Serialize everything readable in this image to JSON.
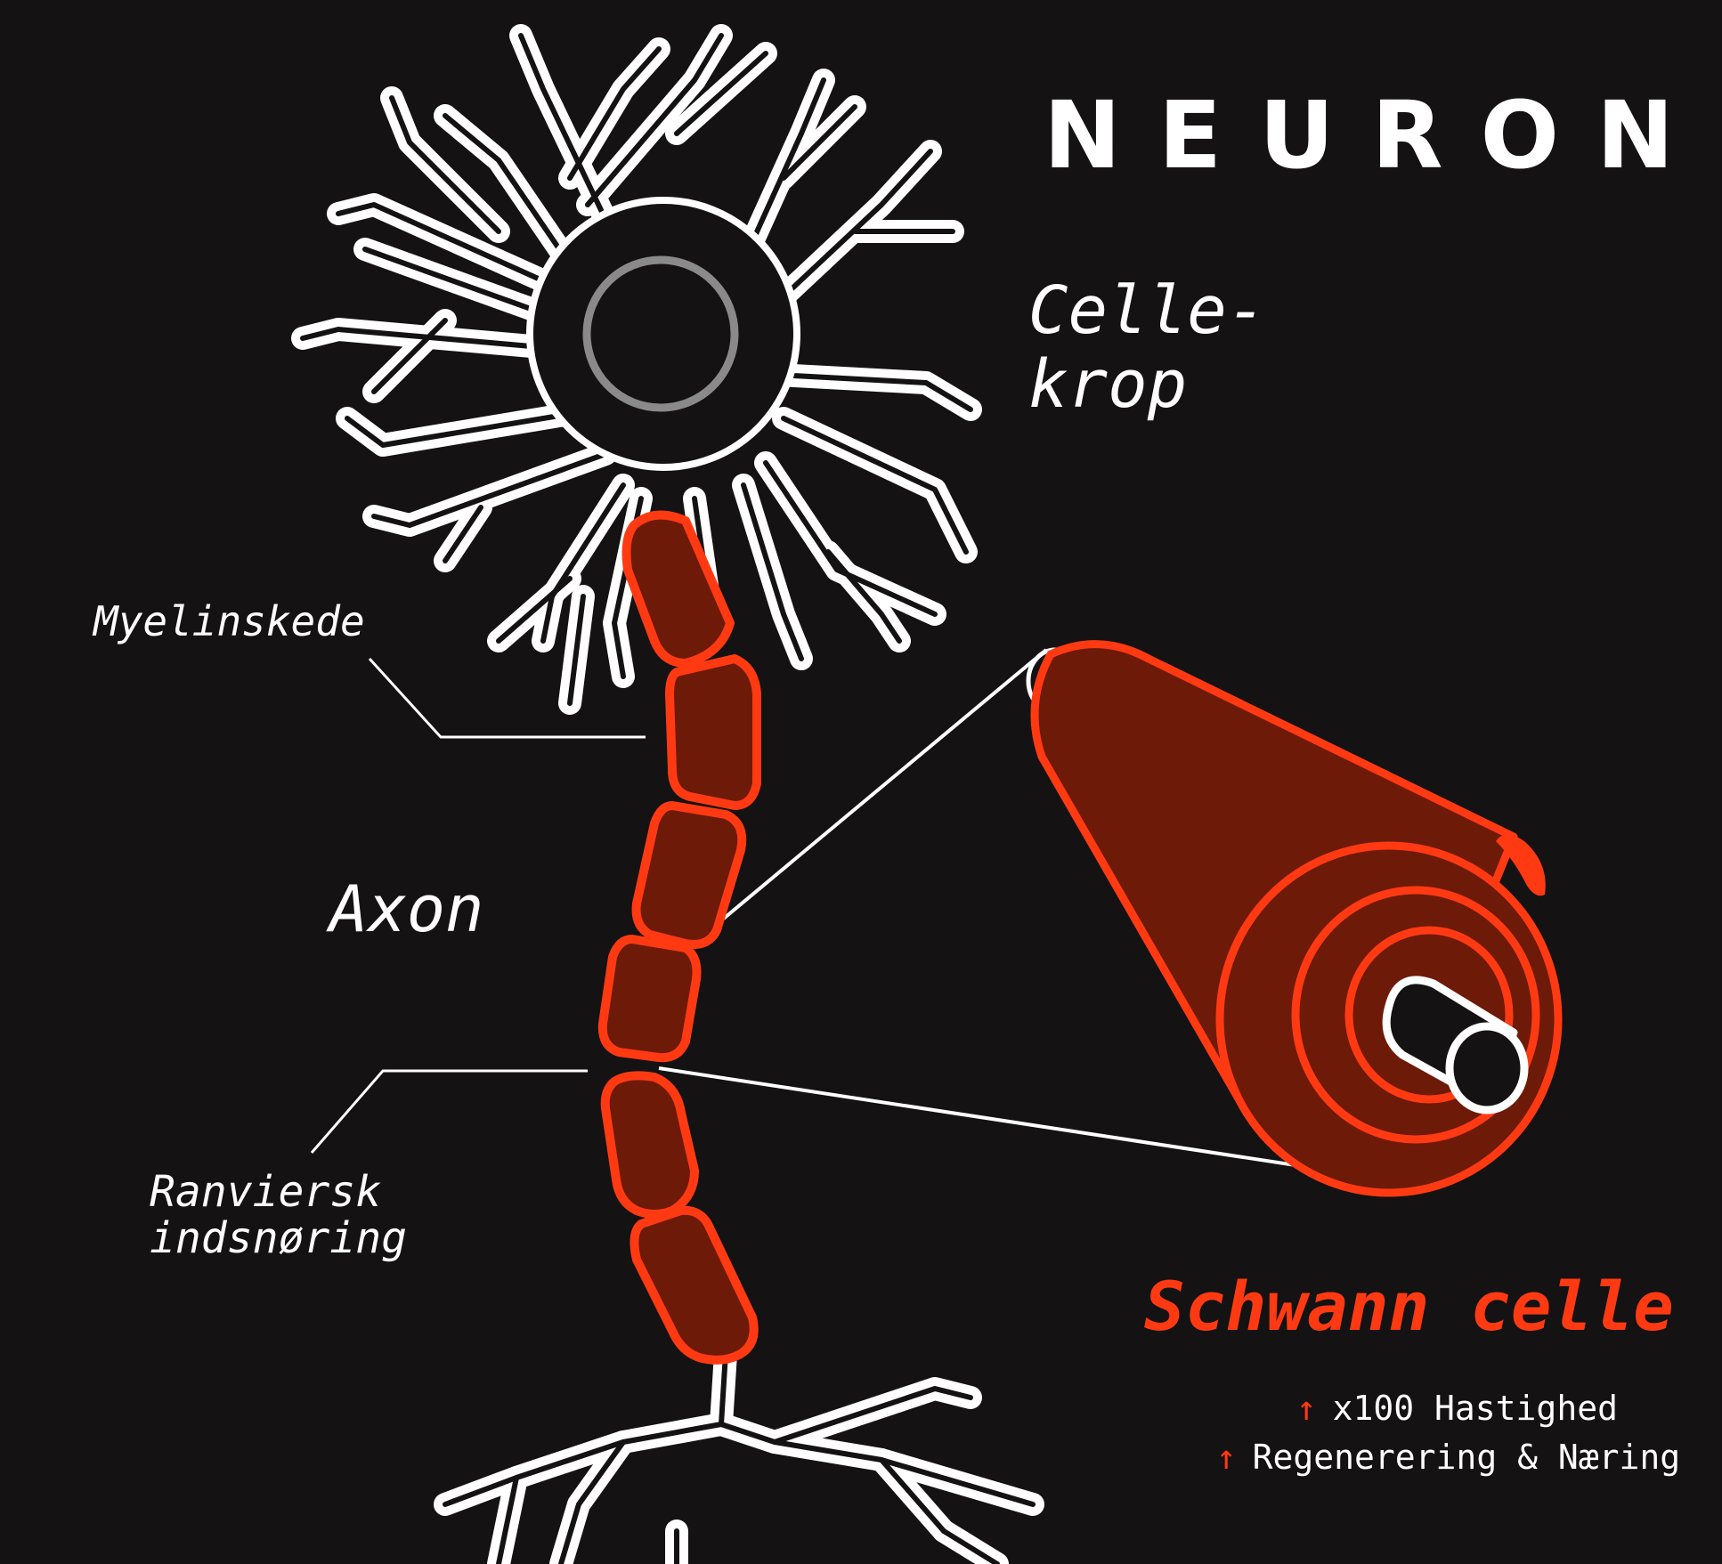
{
  "title": "NEURON",
  "labels": {
    "cell_body": [
      "Celle-",
      "krop"
    ],
    "myelin_sheath": "Myelinskede",
    "axon": "Axon",
    "node_of_ranvier": [
      "Ranviersk",
      "indsnøring"
    ]
  },
  "schwann": {
    "title": "Schwann celle",
    "notes": [
      {
        "arrow": "↑",
        "text": "x100 Hastighed"
      },
      {
        "arrow": "↑",
        "text": "Regenerering & Næring"
      }
    ]
  },
  "colors": {
    "background": "#141212",
    "outline": "#ffffff",
    "accent": "#ff3a12",
    "myelin_fill": "#6e1a08"
  }
}
